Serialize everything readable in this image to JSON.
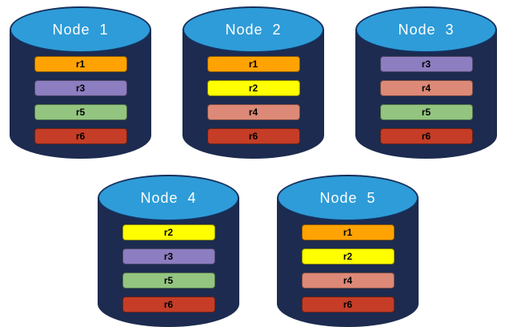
{
  "diagram": {
    "background": "#ffffff",
    "cylinder_body_color": "#1C2B4F",
    "cylinder_top_color": "#2E9CD8",
    "cylinder_outline_color": "#16305C",
    "title_text_color": "#ffffff",
    "bar_text_color": "#000000"
  },
  "partition_colors": {
    "r1": "#FFA303",
    "r2": "#FFFF00",
    "r3": "#8C7EC0",
    "r4": "#DD8977",
    "r5": "#93C581",
    "r6": "#C53D27"
  },
  "nodes": [
    {
      "label": "Node  1",
      "partitions": [
        "r1",
        "r3",
        "r5",
        "r6"
      ]
    },
    {
      "label": "Node  2",
      "partitions": [
        "r1",
        "r2",
        "r4",
        "r6"
      ]
    },
    {
      "label": "Node  3",
      "partitions": [
        "r3",
        "r4",
        "r5",
        "r6"
      ]
    },
    {
      "label": "Node  4",
      "partitions": [
        "r2",
        "r3",
        "r5",
        "r6"
      ]
    },
    {
      "label": "Node  5",
      "partitions": [
        "r1",
        "r2",
        "r4",
        "r6"
      ]
    }
  ]
}
